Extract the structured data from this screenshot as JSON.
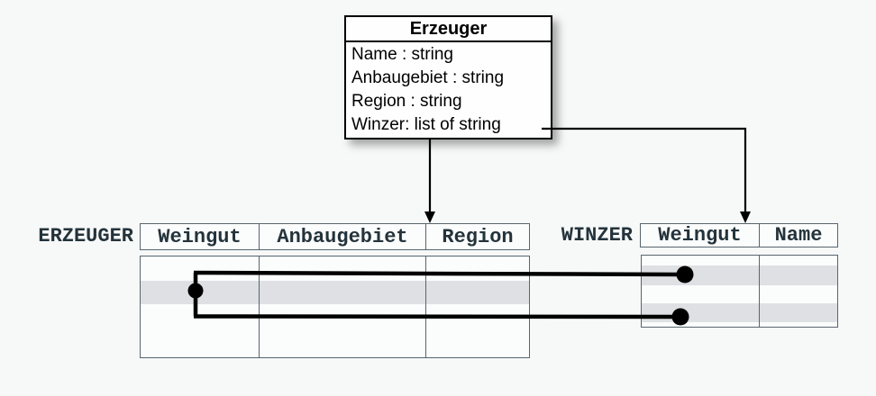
{
  "colors": {
    "background": "#f7f8f8",
    "box_border": "#000000",
    "table_border": "#57666e",
    "table_text": "#24333b",
    "row_highlight": "#dee0e3",
    "line_color": "#000000"
  },
  "class_box": {
    "title": "Erzeuger",
    "attributes": [
      "Name : string",
      "Anbaugebiet : string",
      "Region : string",
      "Winzer: list of string"
    ]
  },
  "tables": {
    "erzeuger": {
      "label": "ERZEUGER",
      "columns": [
        "Weingut",
        "Anbaugebiet",
        "Region"
      ]
    },
    "winzer": {
      "label": "WINZER",
      "columns": [
        "Weingut",
        "Name"
      ]
    }
  }
}
